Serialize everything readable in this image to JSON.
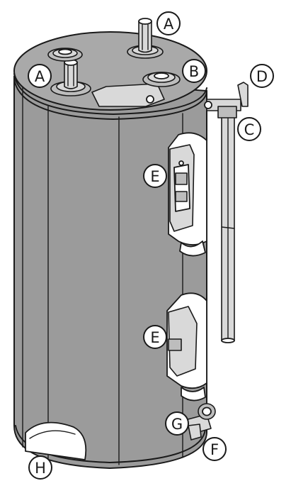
{
  "callouts": {
    "a_top": "A",
    "a_left": "A",
    "b": "B",
    "c": "C",
    "d": "D",
    "e_upper": "E",
    "e_lower": "E",
    "f": "F",
    "g": "G",
    "h": "H"
  },
  "colors": {
    "shell": "#9b9b9b",
    "outline": "#1a1a1a",
    "fitting": "#d9d9d9"
  }
}
